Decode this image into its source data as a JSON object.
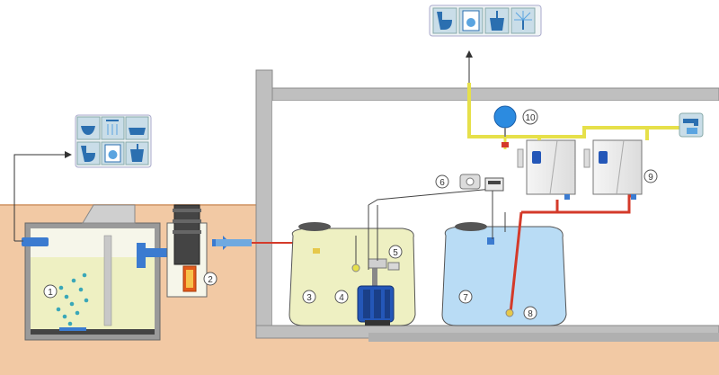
{
  "labels": {
    "n1": "1",
    "n2": "2",
    "n3": "3",
    "n4": "4",
    "n5": "5",
    "n6": "6",
    "n7": "7",
    "n8": "8",
    "n9": "9",
    "n10": "10"
  },
  "icons": {
    "left_panel": [
      "sink-icon",
      "shower-icon",
      "bathtub-icon",
      "toilet-icon",
      "washing-machine-icon",
      "bucket-icon"
    ],
    "top_panel": [
      "toilet-icon",
      "washing-machine-icon",
      "bucket-icon",
      "garden-sprinkler-icon"
    ],
    "tap": "tap-icon"
  },
  "colors": {
    "soil": "#f2c9a4",
    "ground_line": "#d9a57a",
    "building": "#bfbfbf",
    "clean_water": "#b9dcf5",
    "grey_water": "#eef0c2",
    "pipe_yellow": "#e6e04a",
    "pipe_red": "#d43a2a",
    "pump_blue": "#2457b8",
    "icon_panel": "#c9dde8"
  }
}
